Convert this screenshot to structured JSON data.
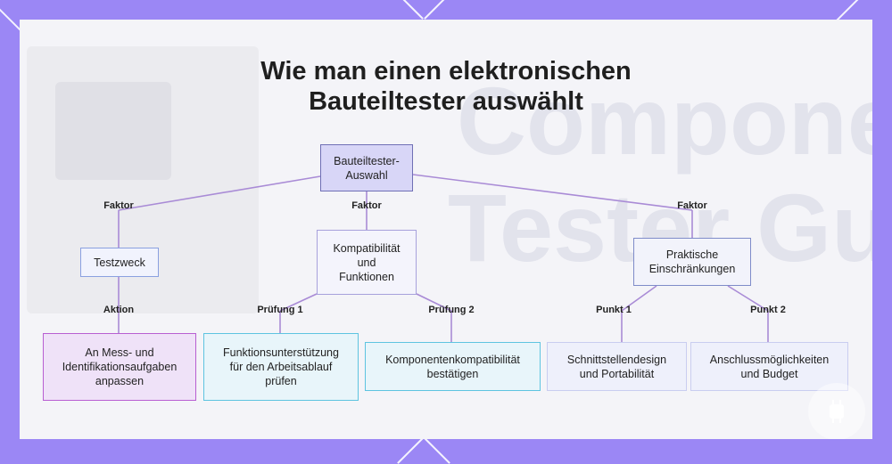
{
  "title_line1": "Wie man einen elektronischen",
  "title_line2": "Bauteiltester auswählt",
  "background_text": {
    "line1": "Compone",
    "line2": "Tester Gu"
  },
  "nodes": {
    "root": {
      "lines": [
        "Bauteiltester-",
        "Auswahl"
      ]
    },
    "testzweck": {
      "lines": [
        "Testzweck"
      ]
    },
    "kompatibilitaet": {
      "lines": [
        "Kompatibilität",
        "und",
        "Funktionen"
      ]
    },
    "praktisch": {
      "lines": [
        "Praktische",
        "Einschränkungen"
      ]
    },
    "anpassen": {
      "lines": [
        "An Mess- und",
        "Identifikationsaufgaben",
        "anpassen"
      ]
    },
    "funktion": {
      "lines": [
        "Funktionsunterstützung",
        "für den Arbeitsablauf",
        "prüfen"
      ]
    },
    "komponenten": {
      "lines": [
        "Komponentenkompatibilität",
        "bestätigen"
      ]
    },
    "schnittstelle": {
      "lines": [
        "Schnittstellendesign",
        "und Portabilität"
      ]
    },
    "anschluss": {
      "lines": [
        "Anschlussmöglichkeiten",
        "und Budget"
      ]
    }
  },
  "edge_labels": {
    "faktor1": "Faktor",
    "faktor2": "Faktor",
    "faktor3": "Faktor",
    "aktion": "Aktion",
    "pruefung1": "Prüfung 1",
    "pruefung2": "Prüfung 2",
    "punkt1": "Punkt 1",
    "punkt2": "Punkt 2"
  },
  "colors": {
    "frame": "#9b87f5",
    "line": "#a98bd6",
    "root_fill": "#d8d6f7",
    "root_border": "#6f6fb5",
    "testzweck_fill": "#f1f3fd",
    "testzweck_border": "#8aa0e0",
    "kompat_fill": "#f4f4fc",
    "kompat_border": "#a7a1dc",
    "praktisch_fill": "#f2f3fb",
    "praktisch_border": "#7f8cc9",
    "anpassen_fill": "#efe2f8",
    "anpassen_border": "#b85fd2",
    "funktion_fill": "#e8f5fa",
    "funktion_border": "#5ec4e0",
    "komponenten_fill": "#e8f5fa",
    "komponenten_border": "#5ec4e0",
    "schnitt_fill": "#eef0fb",
    "schnitt_border": "#c9cdf0",
    "anschluss_fill": "#eef0fb",
    "anschluss_border": "#c9cdf0"
  }
}
